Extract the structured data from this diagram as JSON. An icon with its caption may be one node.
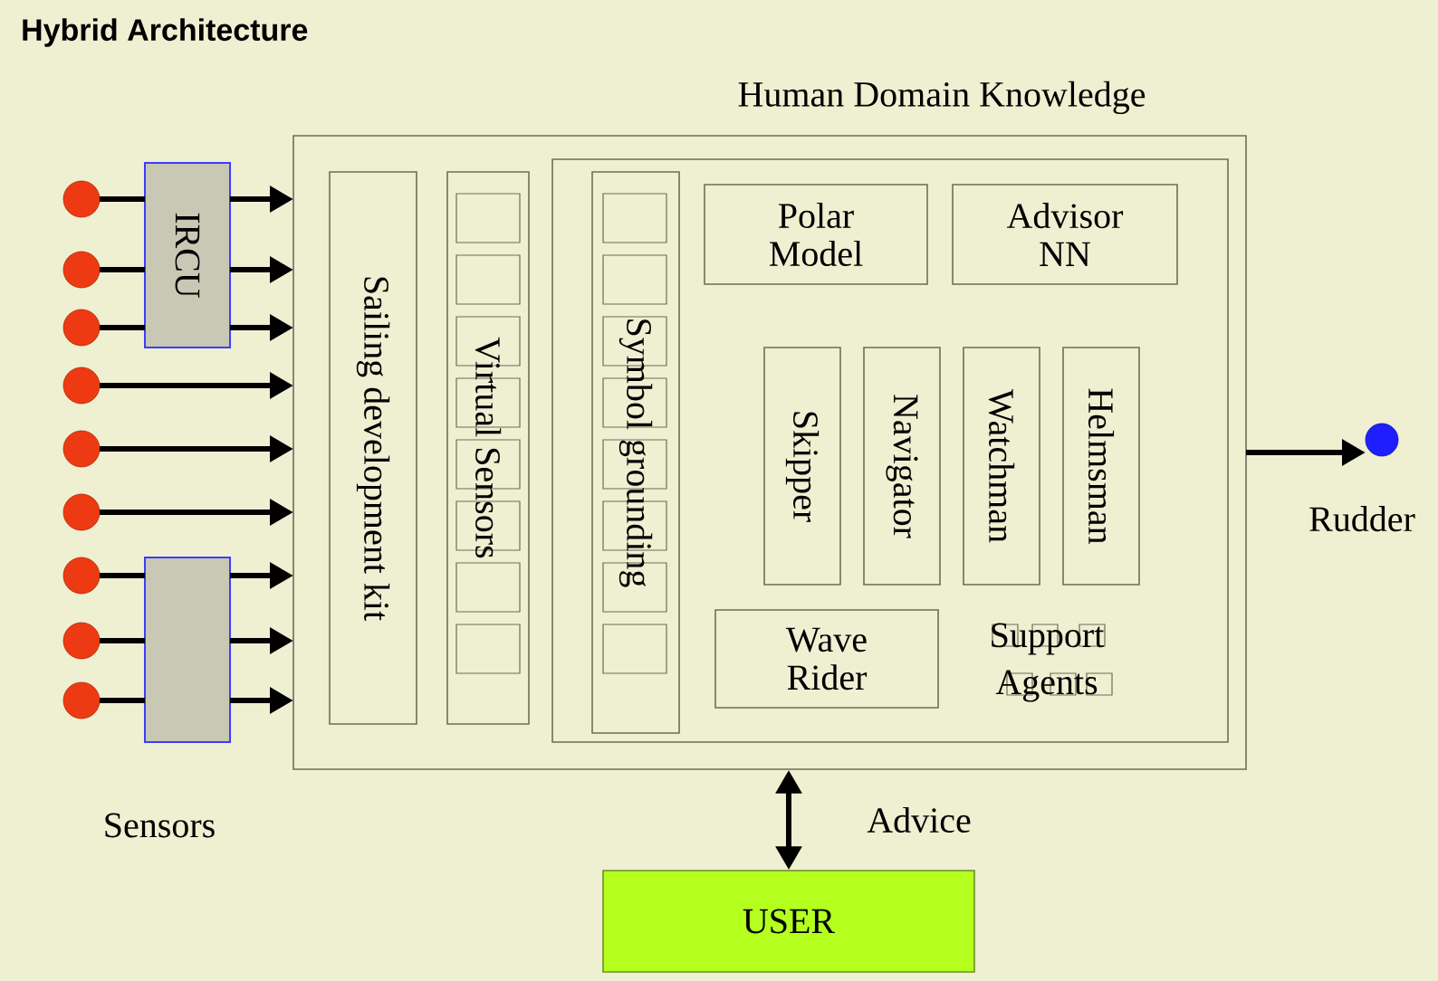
{
  "diagram": {
    "title": "Hybrid Architecture",
    "nodes": [
      {
        "text": [
          "Human Domain Knowledge"
        ]
      },
      {
        "text": [
          "Sailing development kit"
        ],
        "in": 0
      },
      {
        "text": [
          "Virtual Sensors"
        ],
        "in": 0
      },
      {
        "text": [],
        "shape": "box",
        "in": 0
      },
      {
        "text": [
          "Symbol grounding"
        ],
        "in": 3
      },
      {
        "text": [
          "Polar Model"
        ],
        "in": 3
      },
      {
        "text": [
          "Advisor NN"
        ],
        "in": 3
      },
      {
        "text": [
          "Skipper"
        ],
        "in": 3
      },
      {
        "text": [
          "Navigator"
        ],
        "in": 3
      },
      {
        "text": [
          "Watchman"
        ],
        "in": 3
      },
      {
        "text": [
          "Helmsman"
        ],
        "in": 3
      },
      {
        "text": [
          "Wave Rider"
        ],
        "in": 3
      },
      {
        "text": [
          "IRCU"
        ]
      },
      {
        "text": [],
        "shape": "box"
      },
      {
        "text": [],
        "shape": "circle"
      },
      {
        "text": [],
        "shape": "circle"
      },
      {
        "text": [],
        "shape": "circle"
      },
      {
        "text": [],
        "shape": "circle"
      },
      {
        "text": [],
        "shape": "circle"
      },
      {
        "text": [],
        "shape": "circle"
      },
      {
        "text": [],
        "shape": "circle"
      },
      {
        "text": [],
        "shape": "circle"
      },
      {
        "text": [],
        "shape": "circle"
      },
      {
        "text": [
          "USER"
        ]
      },
      {
        "text": [],
        "shape": "circle",
        "beside": [
          "Rudder"
        ]
      }
    ],
    "edges": [
      {
        "from": 14,
        "to": 12,
        "arrow": "none"
      },
      {
        "from": 15,
        "to": 12,
        "arrow": "none"
      },
      {
        "from": 16,
        "to": 12,
        "arrow": "none"
      },
      {
        "from": 12,
        "to": 0,
        "arrow": "to"
      },
      {
        "from": 12,
        "to": 0,
        "arrow": "to"
      },
      {
        "from": 12,
        "to": 0,
        "arrow": "to"
      },
      {
        "from": 17,
        "to": 0,
        "arrow": "to"
      },
      {
        "from": 18,
        "to": 0,
        "arrow": "to"
      },
      {
        "from": 19,
        "to": 0,
        "arrow": "to"
      },
      {
        "from": 20,
        "to": 13,
        "arrow": "none"
      },
      {
        "from": 21,
        "to": 13,
        "arrow": "none"
      },
      {
        "from": 22,
        "to": 13,
        "arrow": "none"
      },
      {
        "from": 13,
        "to": 0,
        "arrow": "to"
      },
      {
        "from": 13,
        "to": 0,
        "arrow": "to"
      },
      {
        "from": 13,
        "to": 0,
        "arrow": "to"
      },
      {
        "from": 0,
        "to": 24,
        "arrow": "to"
      },
      {
        "from": 23,
        "to": 0,
        "arrow": "both",
        "label": "Advice"
      }
    ],
    "labels": [
      "Sensors",
      "Support Agents"
    ]
  }
}
